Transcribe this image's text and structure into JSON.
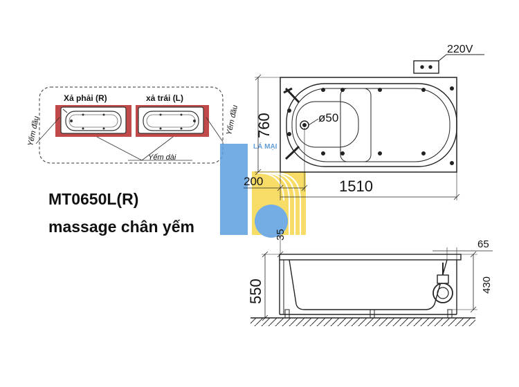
{
  "thumbnails": {
    "right_label": "Xả phải (R)",
    "left_label": "xả trái (L)",
    "yem_dau_left": "Yếm đầu",
    "yem_dau_right": "Yếm đầu",
    "yem_dai": "Yếm dài"
  },
  "title": {
    "model": "MT0650L(R)",
    "subtitle": "massage chân yếm"
  },
  "plan_view": {
    "power": "220V",
    "depth": "760",
    "length": "1510",
    "drain_offset": "200",
    "drain_size": "ø50"
  },
  "side_view": {
    "rim": "35",
    "height": "550",
    "inner_height": "430",
    "lip": "65"
  },
  "watermark": "LÁ MẠI",
  "colors": {
    "apron": "#b83a3a",
    "line": "#222222",
    "logo_blue": "#5b9fe0",
    "logo_yellow": "#f5d44a"
  }
}
